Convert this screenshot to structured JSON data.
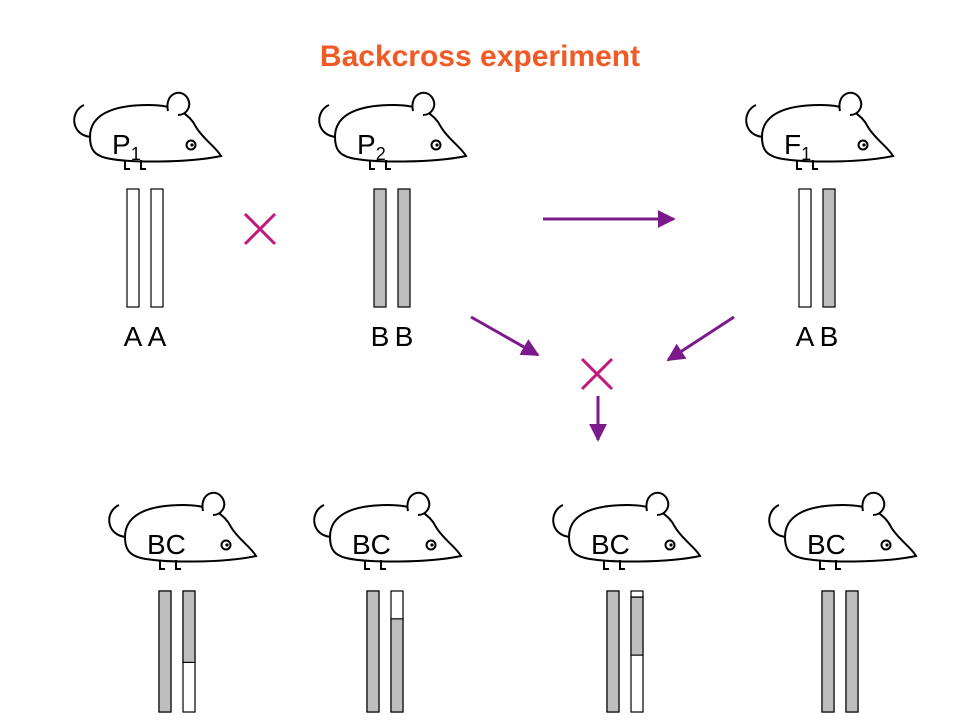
{
  "title": "Backcross experiment",
  "colors": {
    "title": "#f15a24",
    "cross": "#c0187c",
    "arrow": "#7b1a8a",
    "strain_a": "#ffffff",
    "strain_b": "#bdbdbd",
    "outline": "#000000"
  },
  "parents": [
    {
      "label": "P",
      "subscript": "1",
      "alleles": [
        "A",
        "A"
      ],
      "chromosomes": [
        "a",
        "a"
      ]
    },
    {
      "label": "P",
      "subscript": "2",
      "alleles": [
        "B",
        "B"
      ],
      "chromosomes": [
        "b",
        "b"
      ]
    },
    {
      "label": "F",
      "subscript": "1",
      "alleles": [
        "A",
        "B"
      ],
      "chromosomes": [
        "a",
        "b"
      ]
    }
  ],
  "backcross": [
    {
      "label": "BC",
      "chromosomes": [
        {
          "b": 1.0
        },
        {
          "b": 0.59
        }
      ]
    },
    {
      "label": "BC",
      "chromosomes": [
        {
          "b": 1.0
        },
        {
          "b_from": 0.23
        }
      ]
    },
    {
      "label": "BC",
      "chromosomes": [
        {
          "b": 1.0
        },
        {
          "top_a": 0.05,
          "b_to": 0.53
        }
      ]
    },
    {
      "label": "BC",
      "chromosomes": [
        {
          "b": 1.0
        },
        {
          "b": 1.0
        }
      ]
    }
  ],
  "symbols": {
    "cross": "cross-icon",
    "arrow": "arrow-icon"
  }
}
